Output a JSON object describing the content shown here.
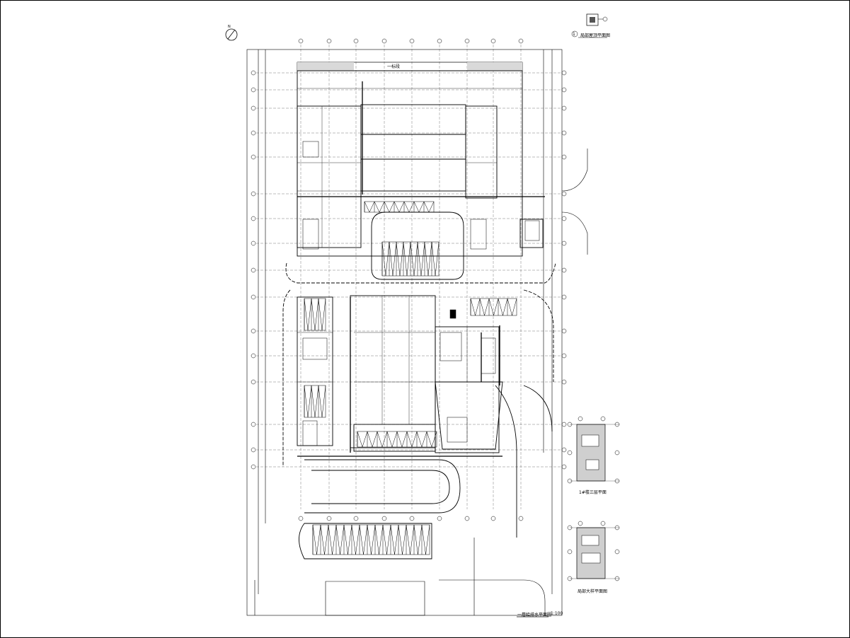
{
  "drawing": {
    "main_title": "一層給排水平面圖",
    "main_scale": "1:100",
    "detail_title": "局部屋顶平面图",
    "detail_index": "1",
    "inset_a_title": "1#楼三层平面",
    "inset_b_title": "局部大样平面图",
    "strip_label": "一标段"
  }
}
